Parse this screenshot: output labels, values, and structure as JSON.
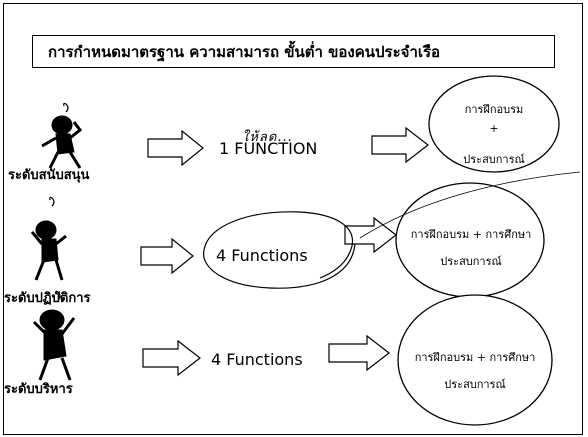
{
  "title": "การกำหนดมาตรฐาน ความสามารถ ขั้นต่ำ ของคนประจำเรือ",
  "handwritten_note": "ให้ลด...",
  "rows": [
    {
      "level_label": "ระดับสนับสนุน",
      "function_label": "1  FUNCTION",
      "oval_line1": "การฝึกอบรม",
      "oval_plus": "+",
      "oval_line2": "ประสบการณ์"
    },
    {
      "level_label": "ระดับปฏิบัติการ",
      "function_label": "4  Functions",
      "oval_line1": "การฝึกอบรม + การศึกษา",
      "oval_line2": "ประสบการณ์"
    },
    {
      "level_label": "ระดับบริหาร",
      "function_label": "4  Functions",
      "oval_line1": "การฝึกอบรม + การศึกษา",
      "oval_line2": "ประสบการณ์"
    }
  ],
  "icons": [
    "thinking-person-icon",
    "thinking-person-icon",
    "thinking-person-icon"
  ],
  "colors": {
    "line": "#000000",
    "background": "#ffffff"
  }
}
